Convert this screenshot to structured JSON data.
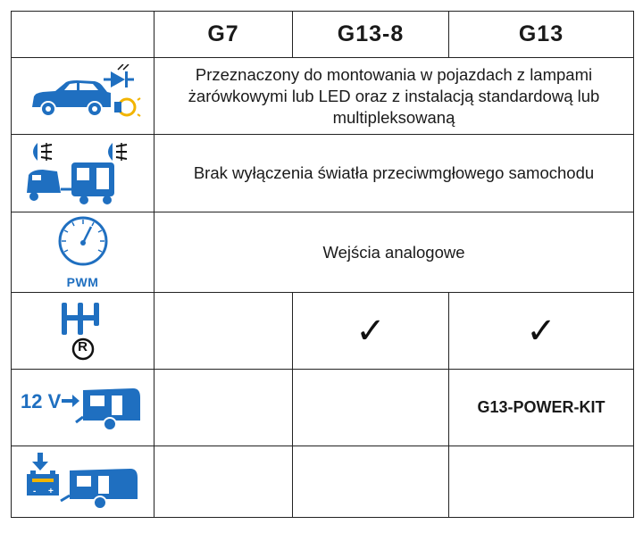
{
  "columns": {
    "g7": "G7",
    "g13_8": "G13-8",
    "g13": "G13"
  },
  "rows": {
    "led": {
      "icon": "car-with-lamps-icon",
      "text": "Przeznaczony do montowania w pojazdach z lampami żarówkowymi lub LED oraz z instalacją standardową lub multipleksowaną"
    },
    "fog": {
      "icon": "fog-light-vehicle-icon",
      "text": "Brak wyłączenia światła przeciwmgłowego samochodu"
    },
    "pwm": {
      "icon": "pwm-gauge-icon",
      "icon_label": "PWM",
      "text": "Wejścia analogowe"
    },
    "reverse": {
      "icon": "gear-reverse-icon",
      "icon_label": "R",
      "g7": "",
      "g13_8": "✓",
      "g13": "✓"
    },
    "power12v": {
      "icon": "12v-caravan-icon",
      "icon_label": "12 V",
      "g7": "",
      "g13_8": "",
      "g13": "G13-POWER-KIT"
    },
    "charging": {
      "icon": "battery-charging-caravan-icon",
      "g7": "",
      "g13_8": "",
      "g13": ""
    }
  },
  "colors": {
    "icon_blue": "#1f6fc0",
    "border": "#222222"
  }
}
